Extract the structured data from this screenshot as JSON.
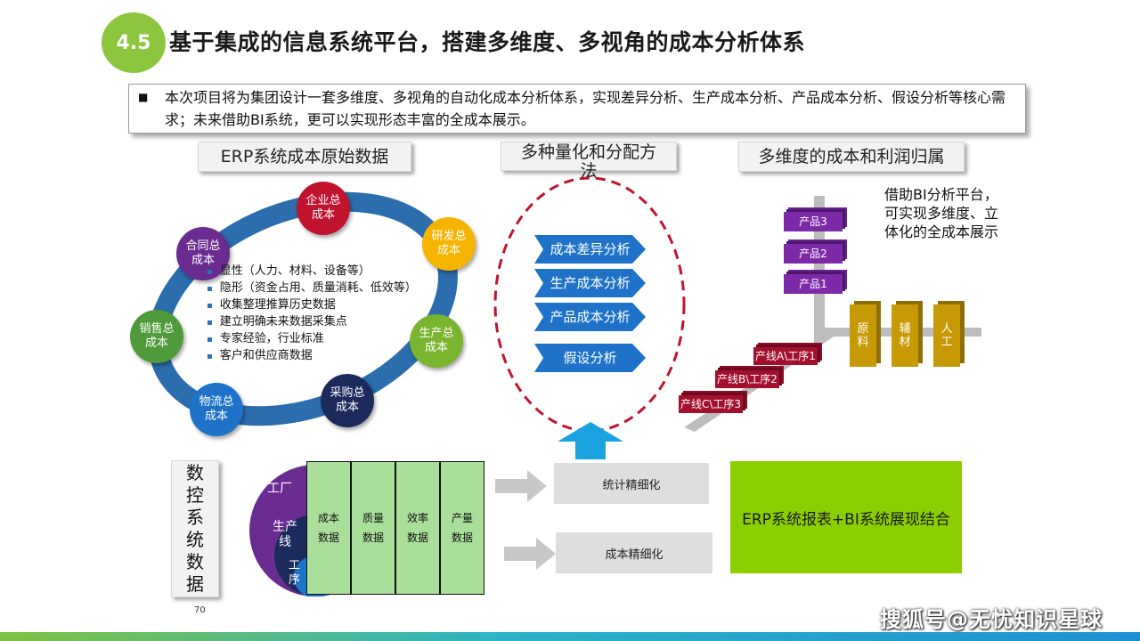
{
  "badge": "4.5",
  "title": "基于集成的信息系统平台，搭建多维度、多视角的成本分析体系",
  "intro": {
    "bullet": "■",
    "text": "本次项目将为集团设计一套多维度、多视角的自动化成本分析体系，实现差异分析、生产成本分析、产品成本分析、假设分析等核心需求；未来借助BI系统，更可以实现形态丰富的全成本展示。"
  },
  "sections": {
    "erp": "ERP系统成本原始数据",
    "methods_line1": "多种量化和分配方",
    "methods_line2": "法",
    "multi": "多维度的成本和利润归属"
  },
  "ring_nodes": [
    {
      "line1": "企业总",
      "line2": "成本",
      "color": "#c0142e"
    },
    {
      "line1": "研发总",
      "line2": "成本",
      "color": "#f4b400"
    },
    {
      "line1": "生产总",
      "line2": "成本",
      "color": "#7ab530"
    },
    {
      "line1": "采购总",
      "line2": "成本",
      "color": "#1c2b5c"
    },
    {
      "line1": "物流总",
      "line2": "成本",
      "color": "#1e73c8"
    },
    {
      "line1": "销售总",
      "line2": "成本",
      "color": "#4f9a3a"
    },
    {
      "line1": "合同总",
      "line2": "成本",
      "color": "#6a2c91"
    }
  ],
  "ring_items": [
    "显性（人力、材料、设备等）",
    "隐形（资金占用、质量消耗、低效等）",
    "收集整理推算历史数据",
    "建立明确未来数据采集点",
    "专家经验，行业标准",
    "客户和供应商数据"
  ],
  "methods": [
    "成本差异分析",
    "生产成本分析",
    "产品成本分析",
    "假设分析"
  ],
  "products": [
    "产品3",
    "产品2",
    "产品1"
  ],
  "lines": [
    "产线A\\工序1",
    "产线B\\工序2",
    "产线C\\工序3"
  ],
  "materials": [
    {
      "line1": "原",
      "line2": "料"
    },
    {
      "line1": "辅",
      "line2": "材"
    },
    {
      "line1": "人",
      "line2": "工"
    }
  ],
  "bi_text": "借助BI分析平台，可实现多维度、立体化的全成本展示",
  "vertical_label": [
    "数",
    "控",
    "系",
    "统",
    "数",
    "据"
  ],
  "circles": {
    "factory": "工厂",
    "line_1": "生产",
    "line_2": "线",
    "proc_1": "工",
    "proc_2": "序"
  },
  "data_cols": [
    {
      "line1": "成本",
      "line2": "数据"
    },
    {
      "line1": "质量",
      "line2": "数据"
    },
    {
      "line1": "效率",
      "line2": "数据"
    },
    {
      "line1": "产量",
      "line2": "数据"
    }
  ],
  "refine": [
    "统计精细化",
    "成本精细化"
  ],
  "erp_box": "ERP系统报表+BI系统展现结合",
  "page_number": "70",
  "watermark": "搜狐号@无忧知识星球",
  "colors": {
    "accent_green": "#8cc63f",
    "blue": "#1e73c8",
    "purple": "#7d2aa8",
    "crimson": "#a3102e",
    "gold": "#c79a05",
    "dash_red": "#c0142e"
  }
}
